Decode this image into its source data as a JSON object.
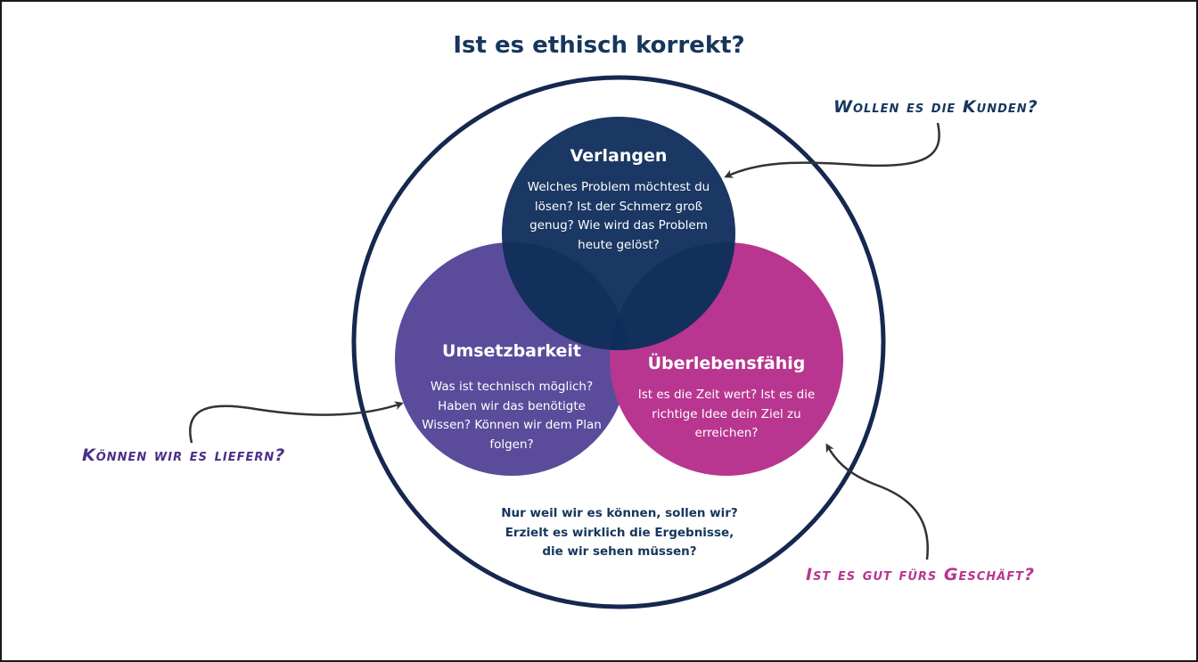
{
  "title": "Ist es ethisch korrekt?",
  "circles": {
    "desire": {
      "heading": "Verlangen",
      "lines": [
        "Welches Problem möchtest du",
        "lösen? Ist der Schmerz groß",
        "genug? Wie wird das Problem",
        "heute gelöst?"
      ],
      "color": "#1b3763"
    },
    "feasibility": {
      "heading": "Umsetzbarkeit",
      "lines": [
        "Was ist technisch möglich?",
        "Haben wir das benötigte",
        "Wissen? Können wir dem Plan",
        "folgen?"
      ],
      "color": "#5b4c9b"
    },
    "viability": {
      "heading": "Überlebensfähig",
      "lines": [
        "Ist es die Zeit wert? Ist es die",
        "richtige Idee dein Ziel zu",
        "erreichen?"
      ],
      "color": "#b8368f"
    }
  },
  "bottom_note": [
    "Nur weil wir es können, sollen wir?",
    "Erzielt es wirklich die Ergebnisse,",
    "die wir sehen müssen?"
  ],
  "callouts": {
    "customers": {
      "text": "Wollen es die Kunden?",
      "color": "#16365c"
    },
    "deliver": {
      "text": "Können wir es liefern?",
      "color": "#4a2f8a"
    },
    "business": {
      "text": "Ist es gut fürs Geschäft?",
      "color": "#b8368f"
    }
  },
  "colors": {
    "outer_ring": "#16284f",
    "overlap": "#0d2b5a",
    "arrow": "#333333"
  }
}
